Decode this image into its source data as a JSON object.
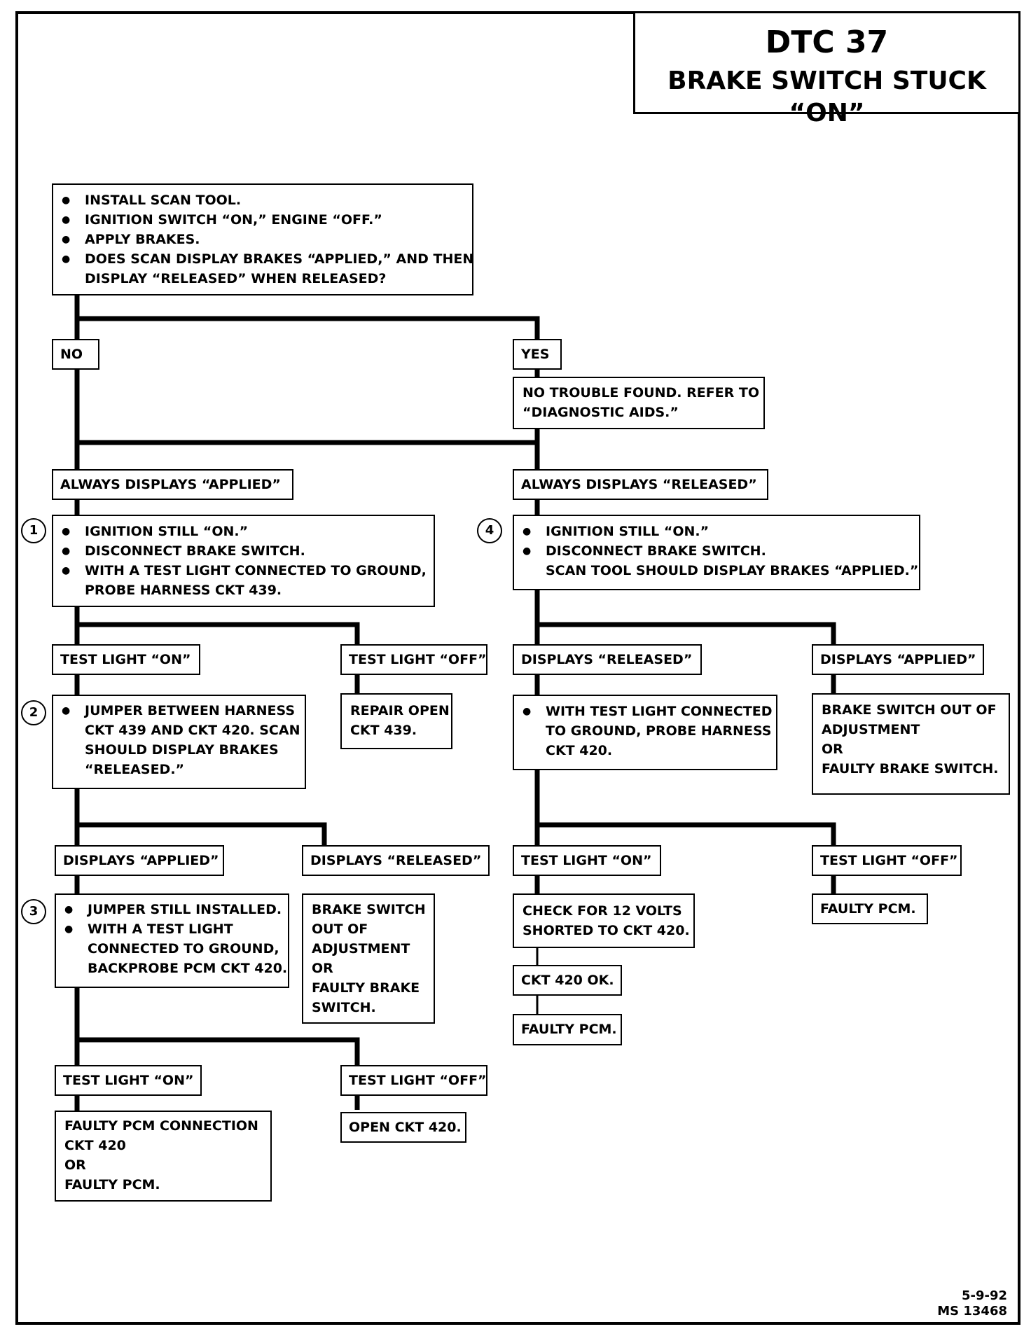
{
  "header": {
    "code": "DTC 37",
    "title": "BRAKE SWITCH STUCK “ON”"
  },
  "footer": {
    "date": "5-9-92",
    "ref": "MS 13468"
  },
  "start": {
    "items": [
      "INSTALL SCAN TOOL.",
      "IGNITION SWITCH “ON,” ENGINE “OFF.”",
      "APPLY BRAKES.",
      "DOES SCAN DISPLAY BRAKES “APPLIED,” AND THEN",
      "DISPLAY “RELEASED” WHEN RELEASED?"
    ]
  },
  "no_label": "NO",
  "yes_label": "YES",
  "yes_result": [
    "NO TROUBLE FOUND.  REFER TO",
    "“DIAGNOSTIC AIDS.”"
  ],
  "left_branch_label": "ALWAYS DISPLAYS “APPLIED”",
  "right_branch_label": "ALWAYS DISPLAYS “RELEASED”",
  "step1": {
    "num": "1",
    "items": [
      "IGNITION STILL “ON.”",
      "DISCONNECT BRAKE SWITCH.",
      "WITH A TEST LIGHT CONNECTED TO GROUND,",
      "PROBE HARNESS CKT 439."
    ]
  },
  "step4": {
    "num": "4",
    "items": [
      "IGNITION STILL “ON.”",
      "DISCONNECT BRAKE SWITCH.",
      "SCAN TOOL SHOULD DISPLAY BRAKES “APPLIED.”"
    ]
  },
  "s1_on": "TEST LIGHT “ON”",
  "s1_off": "TEST LIGHT “OFF”",
  "s1_off_result": [
    "REPAIR OPEN",
    "CKT 439."
  ],
  "s4_released": "DISPLAYS “RELEASED”",
  "s4_applied": "DISPLAYS “APPLIED”",
  "s4_applied_result": [
    "BRAKE SWITCH OUT OF",
    "ADJUSTMENT",
    "OR",
    "FAULTY BRAKE SWITCH."
  ],
  "step2": {
    "num": "2",
    "items": [
      "JUMPER BETWEEN HARNESS",
      "CKT 439 AND CKT 420.  SCAN",
      "SHOULD DISPLAY BRAKES",
      "“RELEASED.”"
    ]
  },
  "s4_released_step": [
    "WITH TEST LIGHT CONNECTED",
    "TO GROUND, PROBE HARNESS",
    "CKT 420."
  ],
  "s2_applied": "DISPLAYS “APPLIED”",
  "s2_released": "DISPLAYS “RELEASED”",
  "s2_released_result": [
    "BRAKE SWITCH",
    "OUT OF",
    "ADJUSTMENT",
    "OR",
    "FAULTY BRAKE",
    "SWITCH."
  ],
  "step3": {
    "num": "3",
    "items": [
      "JUMPER STILL INSTALLED.",
      "WITH A TEST LIGHT",
      "CONNECTED TO GROUND,",
      "BACKPROBE PCM CKT 420."
    ]
  },
  "r_on": "TEST LIGHT “ON”",
  "r_off": "TEST LIGHT “OFF”",
  "r_on_step": [
    "CHECK FOR 12 VOLTS",
    "SHORTED TO CKT 420."
  ],
  "r_ok": "CKT 420 OK.",
  "r_pcm": "FAULTY PCM.",
  "r_off_result": "FAULTY PCM.",
  "s3_on": "TEST LIGHT “ON”",
  "s3_off": "TEST LIGHT “OFF”",
  "s3_on_result": [
    "FAULTY PCM CONNECTION",
    "CKT 420",
    "OR",
    "FAULTY PCM."
  ],
  "s3_off_result": "OPEN CKT 420."
}
